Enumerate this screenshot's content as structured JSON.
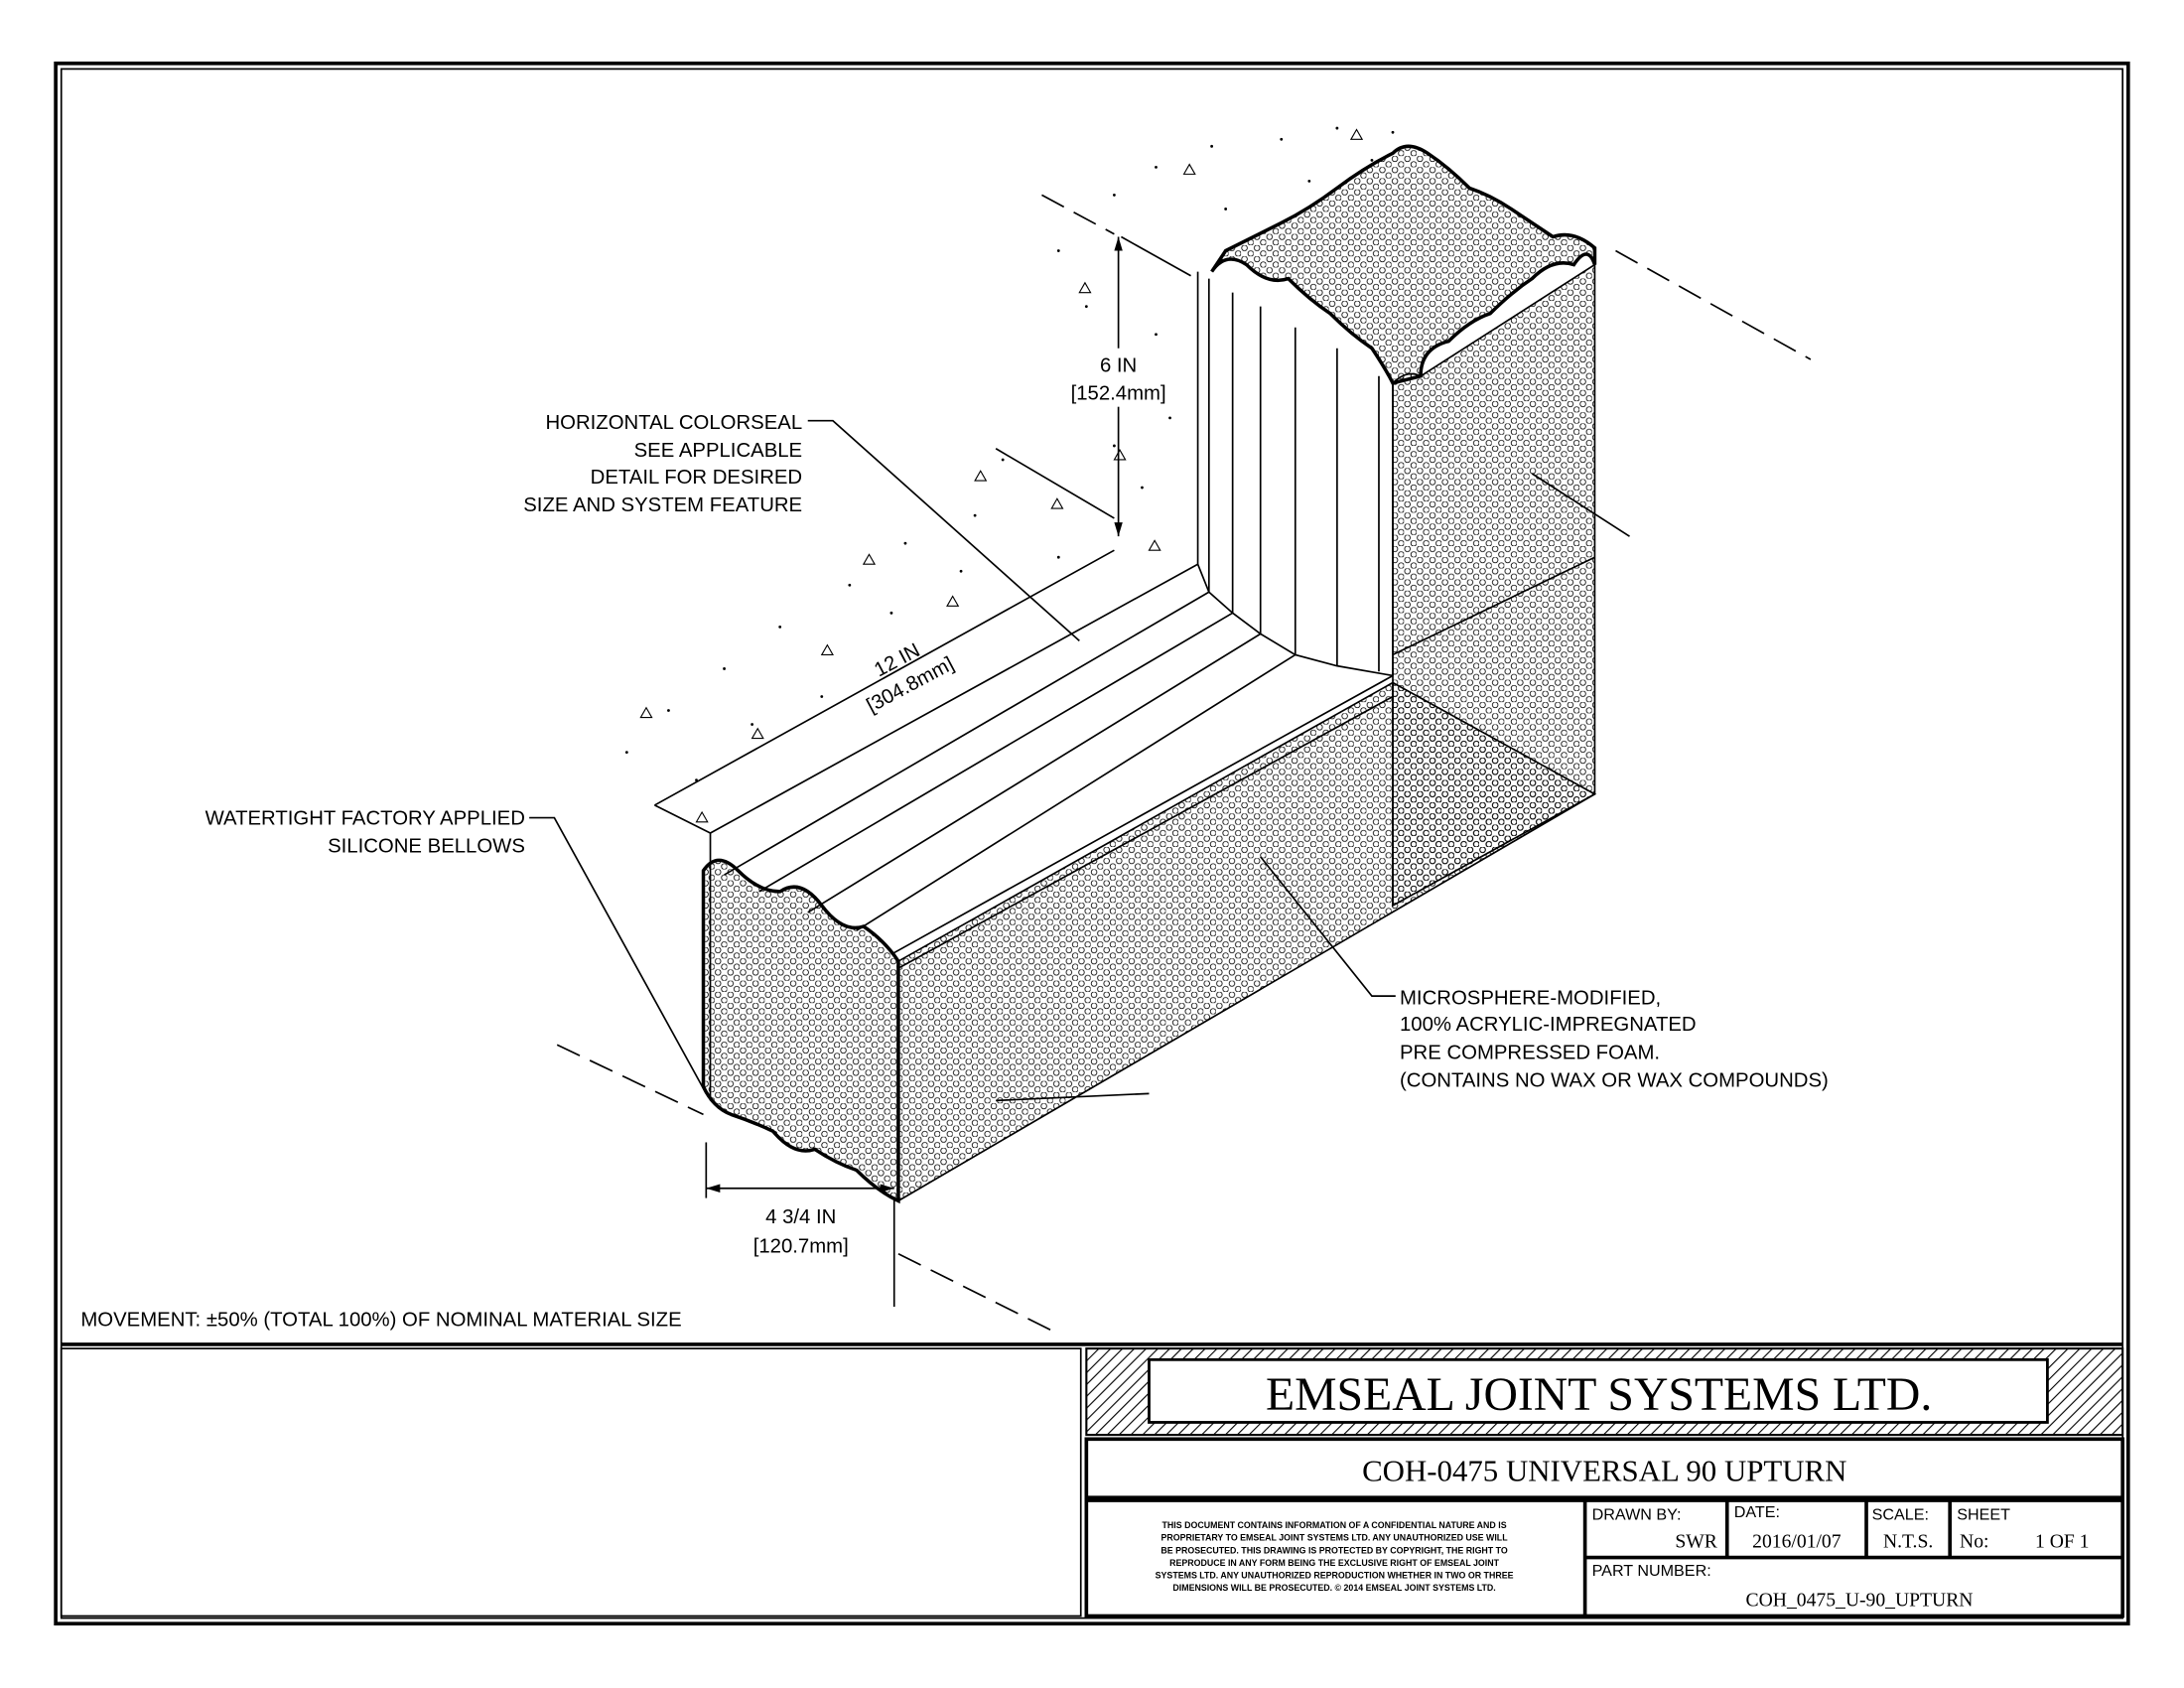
{
  "drawing": {
    "labels": {
      "colorseal": [
        "HORIZONTAL COLORSEAL",
        "SEE APPLICABLE",
        "DETAIL FOR DESIRED",
        "SIZE AND SYSTEM FEATURE"
      ],
      "bellows": [
        "WATERTIGHT FACTORY APPLIED",
        "SILICONE BELLOWS"
      ],
      "foam": [
        "MICROSPHERE-MODIFIED,",
        "100% ACRYLIC-IMPREGNATED",
        "PRE COMPRESSED FOAM.",
        "(CONTAINS NO WAX OR WAX COMPOUNDS)"
      ]
    },
    "dimensions": {
      "height": {
        "imperial": "6 IN",
        "metric": "[152.4mm]"
      },
      "length": {
        "imperial": "12 IN",
        "metric": "[304.8mm]"
      },
      "width": {
        "imperial": "4 3/4 IN",
        "metric": "[120.7mm]"
      }
    },
    "movement_note": "MOVEMENT: ±50% (TOTAL 100%) OF NOMINAL MATERIAL SIZE"
  },
  "title_block": {
    "company": "EMSEAL JOINT SYSTEMS LTD.",
    "title": "COH-0475 UNIVERSAL 90 UPTURN",
    "disclaimer": [
      "THIS DOCUMENT CONTAINS INFORMATION OF A CONFIDENTIAL NATURE AND IS",
      "PROPRIETARY TO EMSEAL JOINT SYSTEMS LTD. ANY UNAUTHORIZED USE WILL",
      "BE PROSECUTED. THIS DRAWING IS PROTECTED BY COPYRIGHT, THE RIGHT TO",
      "REPRODUCE IN ANY FORM BEING THE EXCLUSIVE RIGHT OF EMSEAL JOINT",
      "SYSTEMS LTD. ANY UNAUTHORIZED REPRODUCTION WHETHER IN TWO OR THREE",
      "DIMENSIONS WILL BE PROSECUTED. © 2014 EMSEAL JOINT SYSTEMS LTD."
    ],
    "drawn_by_label": "DRAWN BY:",
    "drawn_by": "SWR",
    "date_label": "DATE:",
    "date": "2016/01/07",
    "scale_label": "SCALE:",
    "scale": "N.T.S.",
    "sheet_label": "SHEET",
    "sheet_no_label": "No:",
    "sheet": "1 OF 1",
    "part_number_label": "PART NUMBER:",
    "part_number": "COH_0475_U-90_UPTURN"
  }
}
